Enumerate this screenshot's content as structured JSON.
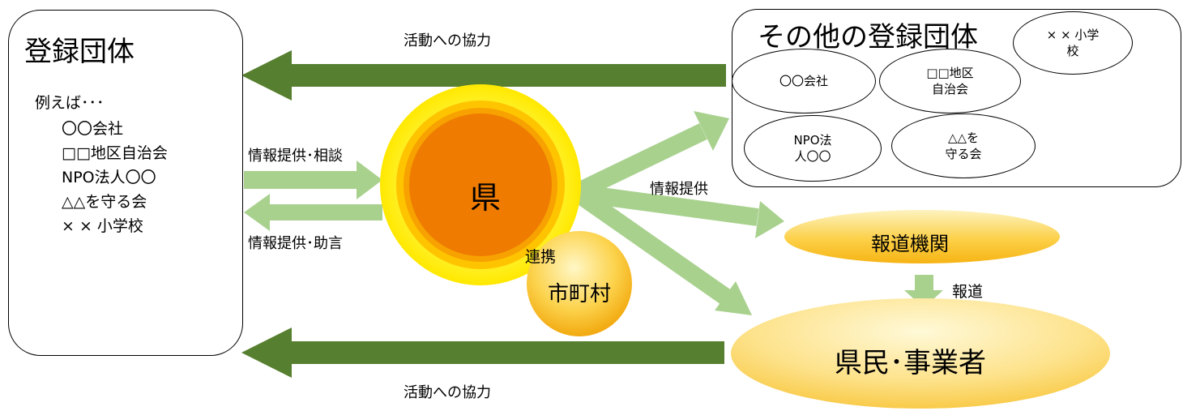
{
  "colors": {
    "dark_arrow": "#567f2f",
    "light_arrow": "#a9d18e",
    "sun_outer": "#fff21f",
    "sun_mid": "#ffc400",
    "sun_core": "#ef7b00",
    "orb_yellow": "#f8b61a"
  },
  "registered_groups": {
    "title": "登録団体",
    "example_intro": "例えば･･･",
    "examples": [
      "〇〇会社",
      "□□地区自治会",
      "NPO法人〇〇",
      "△△を守る会",
      "× × 小学校"
    ]
  },
  "other_groups": {
    "title": "その他の登録団体",
    "items": {
      "school": "× × 小学\n校",
      "company": "〇〇会社",
      "district": "□□地区\n自治会",
      "npo": "NPO法\n人〇〇",
      "protect": "△△を\n守る会"
    },
    "mascot_icon": "mascot-illustration"
  },
  "arrows": {
    "cooperation_top": "活動への協力",
    "cooperation_bottom": "活動への協力",
    "info_consult": "情報提供･相談",
    "info_advice": "情報提供･助言",
    "info": "情報提供",
    "report": "報道",
    "collaboration": "連携"
  },
  "nodes": {
    "prefecture": "県",
    "municipality": "市町村",
    "media": "報道機関",
    "citizens": "県民･事業者"
  }
}
